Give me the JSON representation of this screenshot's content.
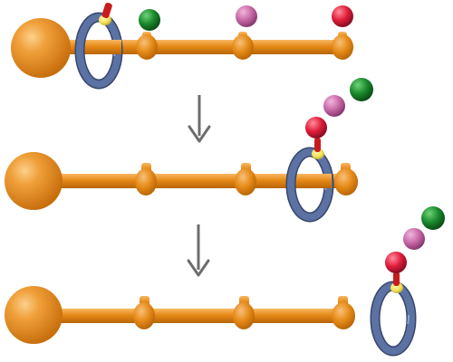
{
  "colors": {
    "background": "#ffffff",
    "track_orange": "#e58a17",
    "track_orange_dark": "#b86508",
    "track_orange_light": "#f6b25a",
    "ring_blue": "#5b72a3",
    "ring_blue_dark": "#37466c",
    "ring_blue_light": "#8fa3cc",
    "linker_yellow": "#f2e15a",
    "linker_red": "#c81c1c",
    "bead_green": "#1a8a2c",
    "bead_pink": "#c86aa8",
    "bead_red": "#e11d3c",
    "arrow_gray": "#6d6d6d"
  },
  "diagram": {
    "stages": [
      {
        "id": "stage-1",
        "ring_position": "on-track-left",
        "beads_on_track": [
          "green",
          "pink",
          "red"
        ],
        "chain_on_ring": [
          "red-stick"
        ]
      },
      {
        "id": "stage-2",
        "ring_position": "on-track-right",
        "beads_on_track": [],
        "chain_on_ring": [
          "red",
          "pink",
          "green"
        ]
      },
      {
        "id": "stage-3",
        "ring_position": "off-track",
        "beads_on_track": [],
        "chain_on_ring": [
          "red",
          "pink",
          "green"
        ]
      }
    ],
    "arrows": 2,
    "icons": [
      "stopper-sphere",
      "track-rod",
      "ring",
      "bead",
      "down-arrow"
    ]
  }
}
